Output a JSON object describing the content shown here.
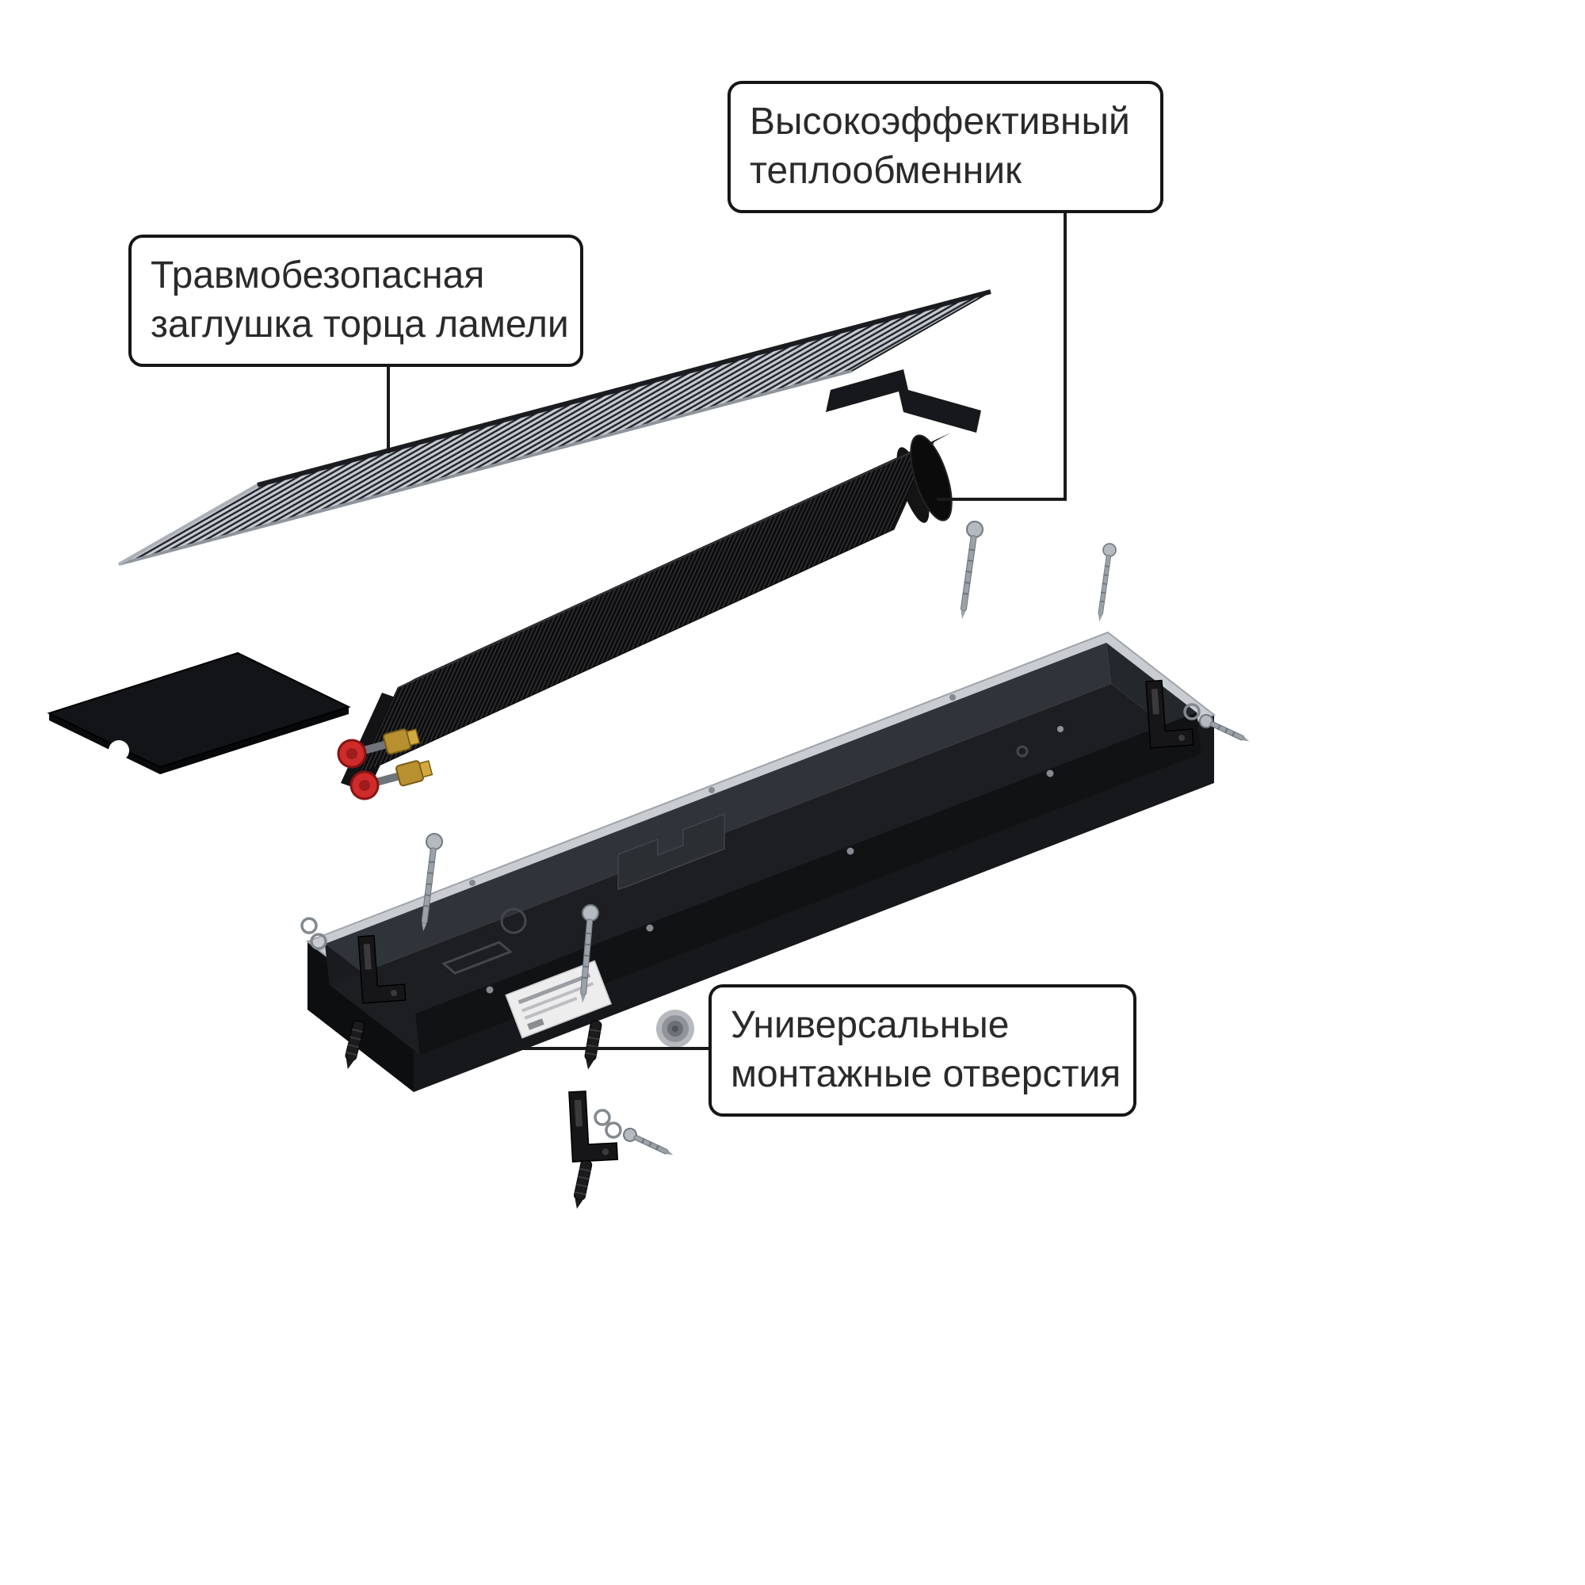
{
  "callouts": {
    "heat_exchanger": {
      "lines": [
        "Высокоэффективный",
        "теплообменник"
      ]
    },
    "lamella_end_cap": {
      "lines": [
        "Травмобезопасная",
        "заглушка торца ламели"
      ]
    },
    "mounting_holes": {
      "lines": [
        "Универсальные",
        "монтажные отверстия"
      ]
    }
  },
  "diagram": {
    "components": [
      "decorative-slatted-grille",
      "grille-end-trim",
      "end-cover-plate",
      "finned-heat-exchanger",
      "inlet-valves-with-red-caps",
      "casing-tray-with-silver-frame",
      "frame-mounting-holes",
      "mounting-screws",
      "mounting-brackets",
      "wall-anchors",
      "washers",
      "floor-grommet",
      "product-label"
    ]
  },
  "colors": {
    "background": "#ffffff",
    "outline": "#1a1a1a",
    "frame_silver": "#c9cdd2",
    "grille_slat": "#c7cbd2",
    "body_black": "#141619",
    "cap_red": "#cf2b2b",
    "brass": "#b8902f"
  }
}
